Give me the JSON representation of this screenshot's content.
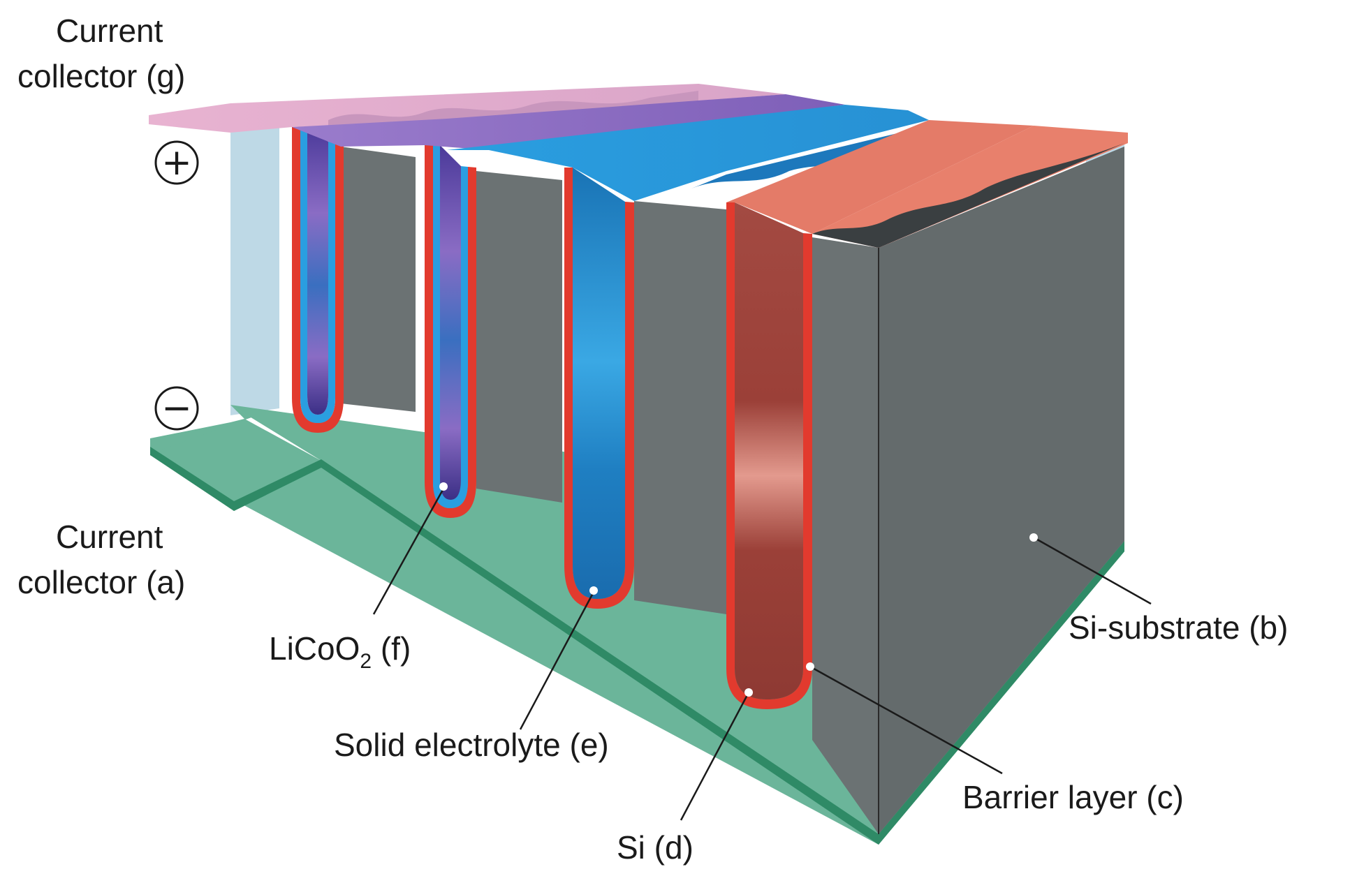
{
  "labels": {
    "current_collector_top_line1": "Current",
    "current_collector_top_line2": "collector (g)",
    "current_collector_bottom_line1": "Current",
    "current_collector_bottom_line2": "collector (a)",
    "licoo2_main": "LiCoO",
    "licoo2_sub": "2",
    "licoo2_tail": " (f)",
    "solid_electrolyte": "Solid electrolyte (e)",
    "si": "Si (d)",
    "barrier_layer": "Barrier layer (c)",
    "si_substrate": "Si-substrate (b)"
  },
  "terminals": {
    "positive": "+",
    "negative": "−"
  },
  "colors": {
    "substrate_green": "#6bb59a",
    "collector_top_pink": "#e6aecd",
    "licoo2_purple": "#7d5bb0",
    "electrolyte_blue": "#1e8fd3",
    "si_red": "#a8473f",
    "barrier_red": "#e23a2e",
    "silicon_gray": "#6b7273",
    "backwall_lightblue": "#bed9e6"
  }
}
